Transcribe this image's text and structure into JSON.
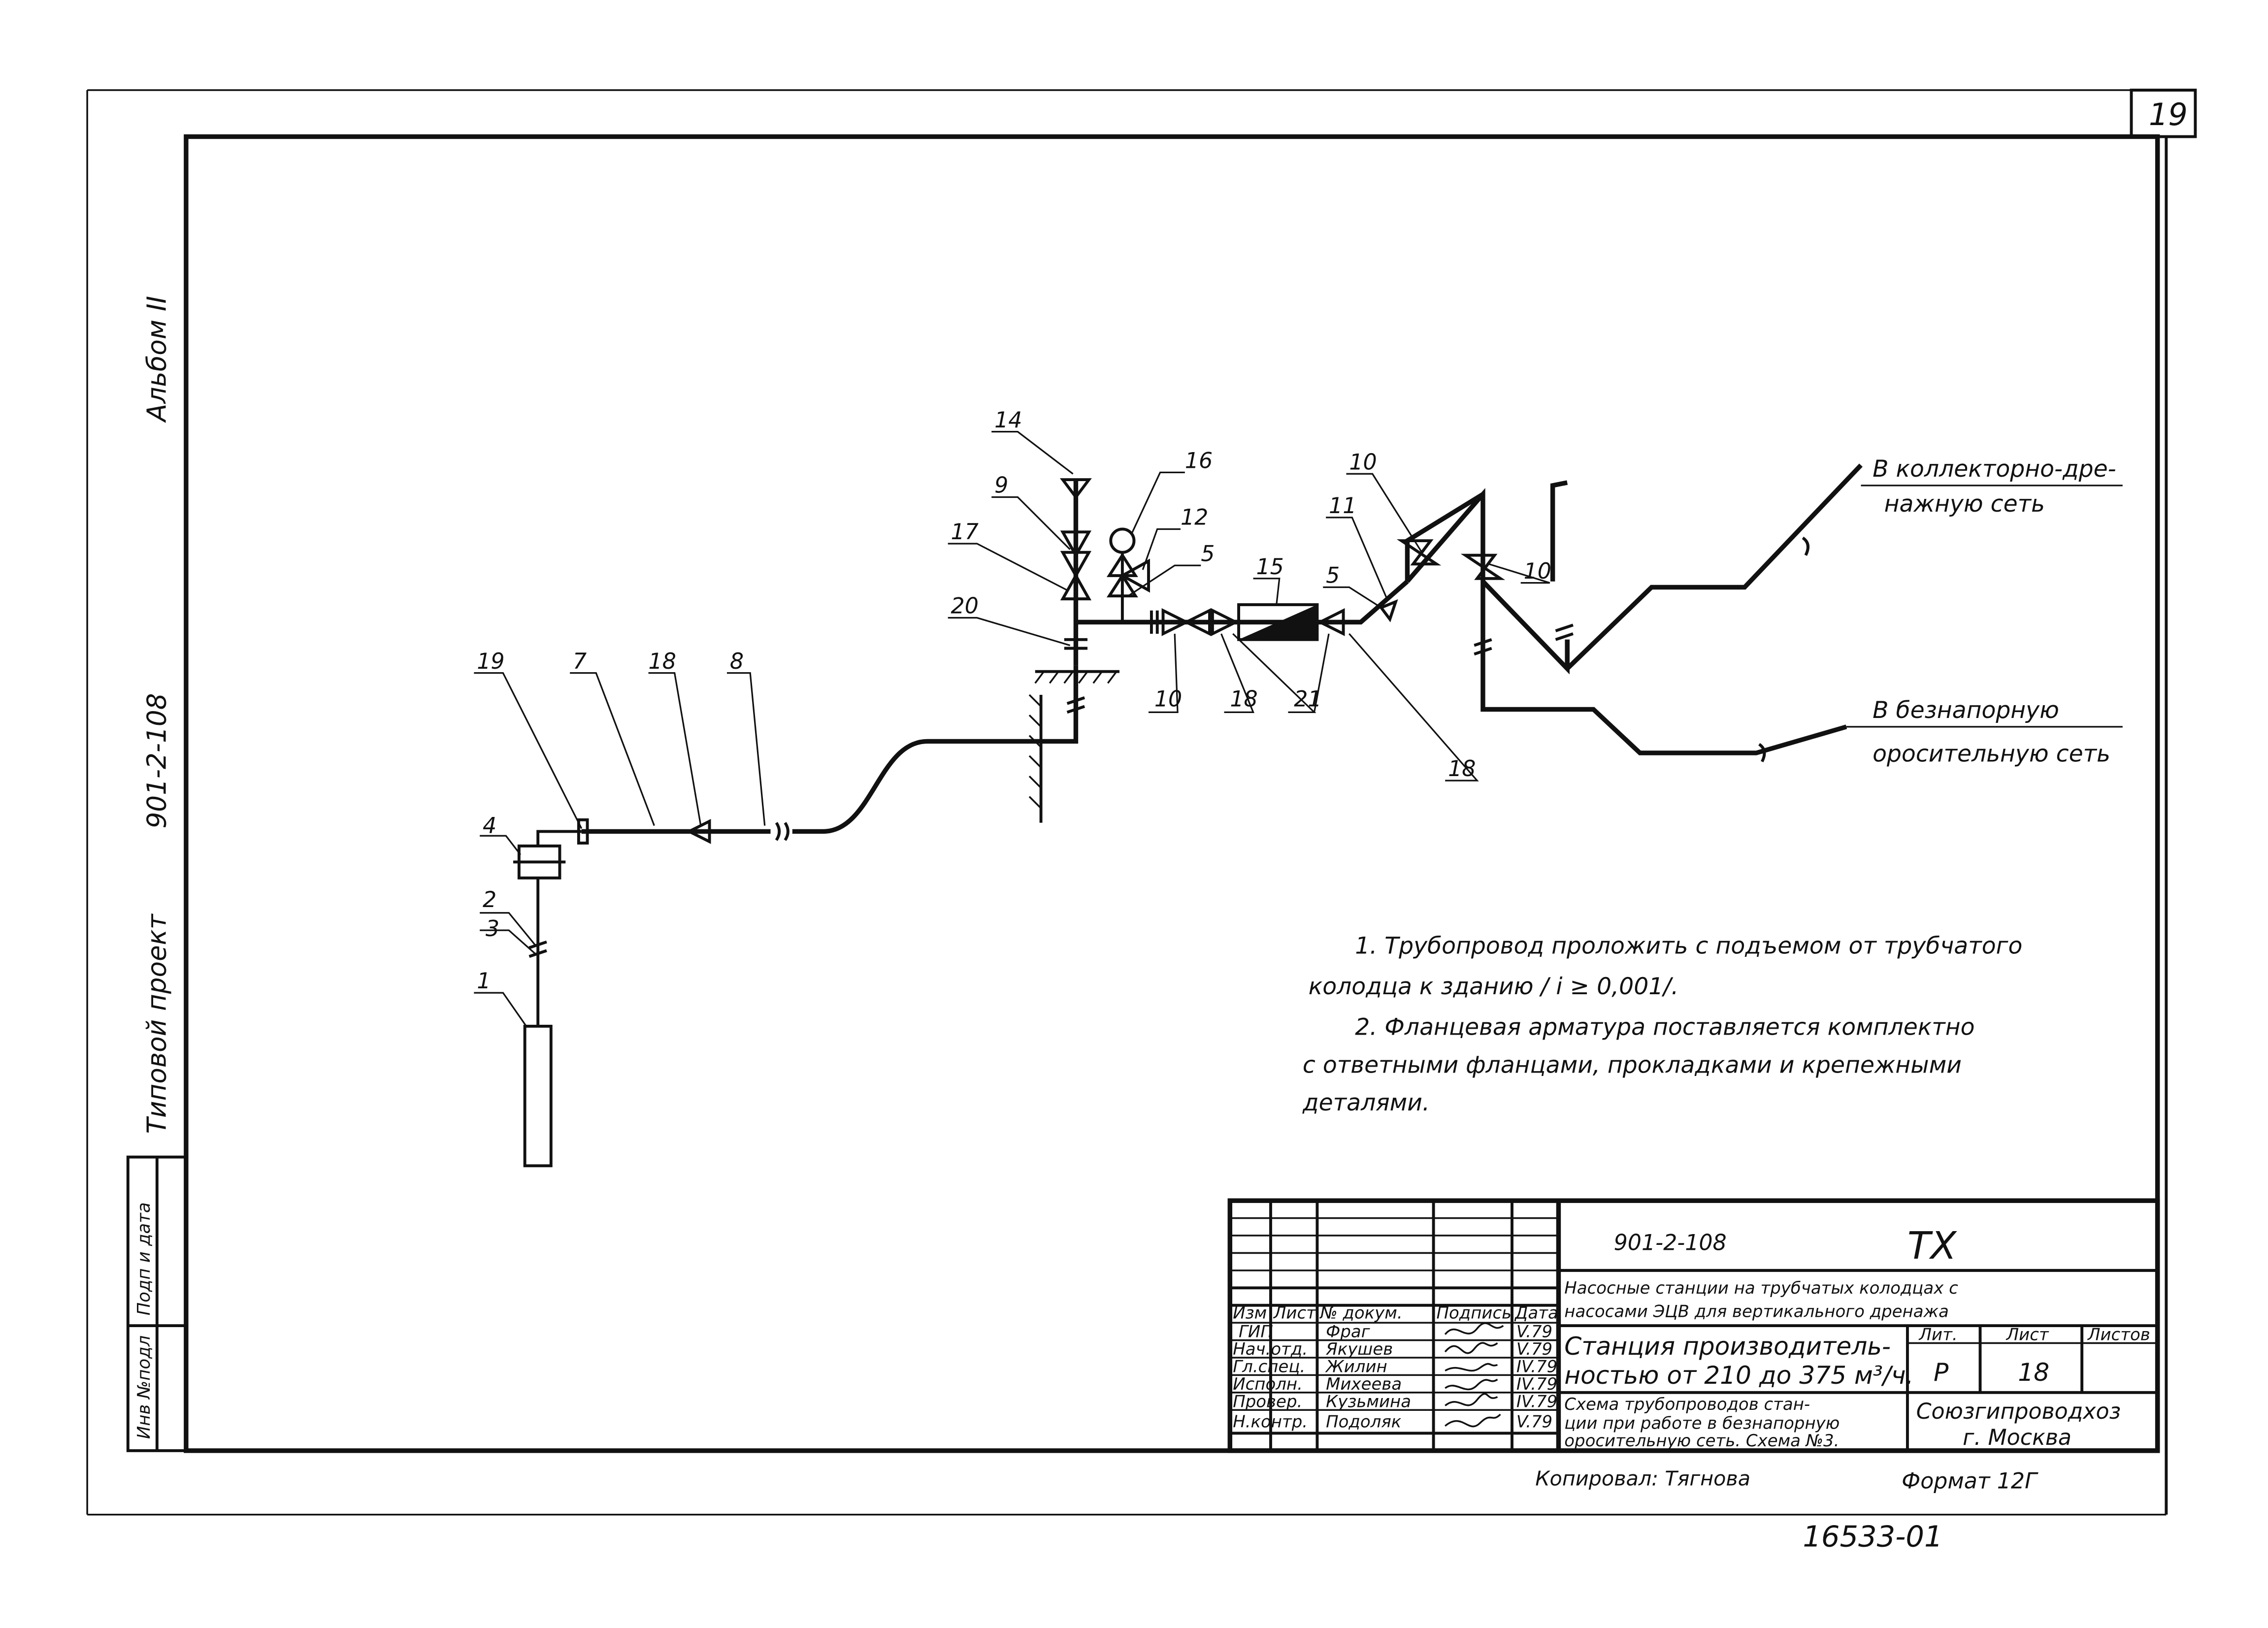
{
  "page_number": "19",
  "side": {
    "album": "Альбом II",
    "project_number": "901-2-108",
    "typical_project": "Типовой проект"
  },
  "stamp_columns": [
    "Инв №подл",
    "Подп и дата"
  ],
  "destinations": {
    "collector_l1": "В коллекторно-дре-",
    "collector_l2": "нажную сеть",
    "gravity_l1": "В безнапорную",
    "gravity_l2": "оросительную сеть"
  },
  "callouts": [
    "1",
    "2",
    "3",
    "4",
    "19",
    "7",
    "18",
    "8",
    "20",
    "14",
    "9",
    "17",
    "16",
    "12",
    "5",
    "10",
    "18",
    "15",
    "21",
    "18",
    "11",
    "5",
    "10",
    "10"
  ],
  "notes": [
    "1. Трубопровод проложить с подъемом от трубчатого",
    "колодца к зданию / i ≥ 0,001/.",
    "2. Фланцевая арматура поставляется комплектно",
    "с ответными фланцами, прокладками и крепежными",
    "деталями."
  ],
  "title_block": {
    "doc_code": "901-2-108",
    "mark": "ТХ",
    "headers": [
      "Изм",
      "Лист",
      "№ докум.",
      "Подпись",
      "Дата"
    ],
    "roles": [
      {
        "role": "ГИП",
        "name": "Фраг",
        "date": "V.79"
      },
      {
        "role": "Нач.отд.",
        "name": "Якушев",
        "date": "V.79"
      },
      {
        "role": "Гл.спец.",
        "name": "Жилин",
        "date": "IV.79"
      },
      {
        "role": "Исполн.",
        "name": "Михеева",
        "date": "IV.79"
      },
      {
        "role": "Провер.",
        "name": "Кузьмина",
        "date": "IV.79"
      },
      {
        "role": "Н.контр.",
        "name": "Подоляк",
        "date": "V.79"
      }
    ],
    "project_title_l1": "Насосные станции на трубчатых колодцах с",
    "project_title_l2": "насосами ЭЦВ для вертикального дренажа",
    "station_l1": "Станция производитель-",
    "station_l2": "ностью от 210 до 375 м³/ч.",
    "lit_label": "Лит.",
    "sheet_label": "Лист",
    "sheets_label": "Листов",
    "lit_value": "Р",
    "sheet_value": "18",
    "scheme_l1": "Схема трубопроводов стан-",
    "scheme_l2": "ции при работе в безнапорную",
    "scheme_l3": "оросительную сеть. Схема №3.",
    "org_l1": "Союзгипроводхоз",
    "org_l2": "г. Москва",
    "copied": "Копировал: Тягнова",
    "format": "Формат 12Г",
    "archive": "16533-01"
  }
}
